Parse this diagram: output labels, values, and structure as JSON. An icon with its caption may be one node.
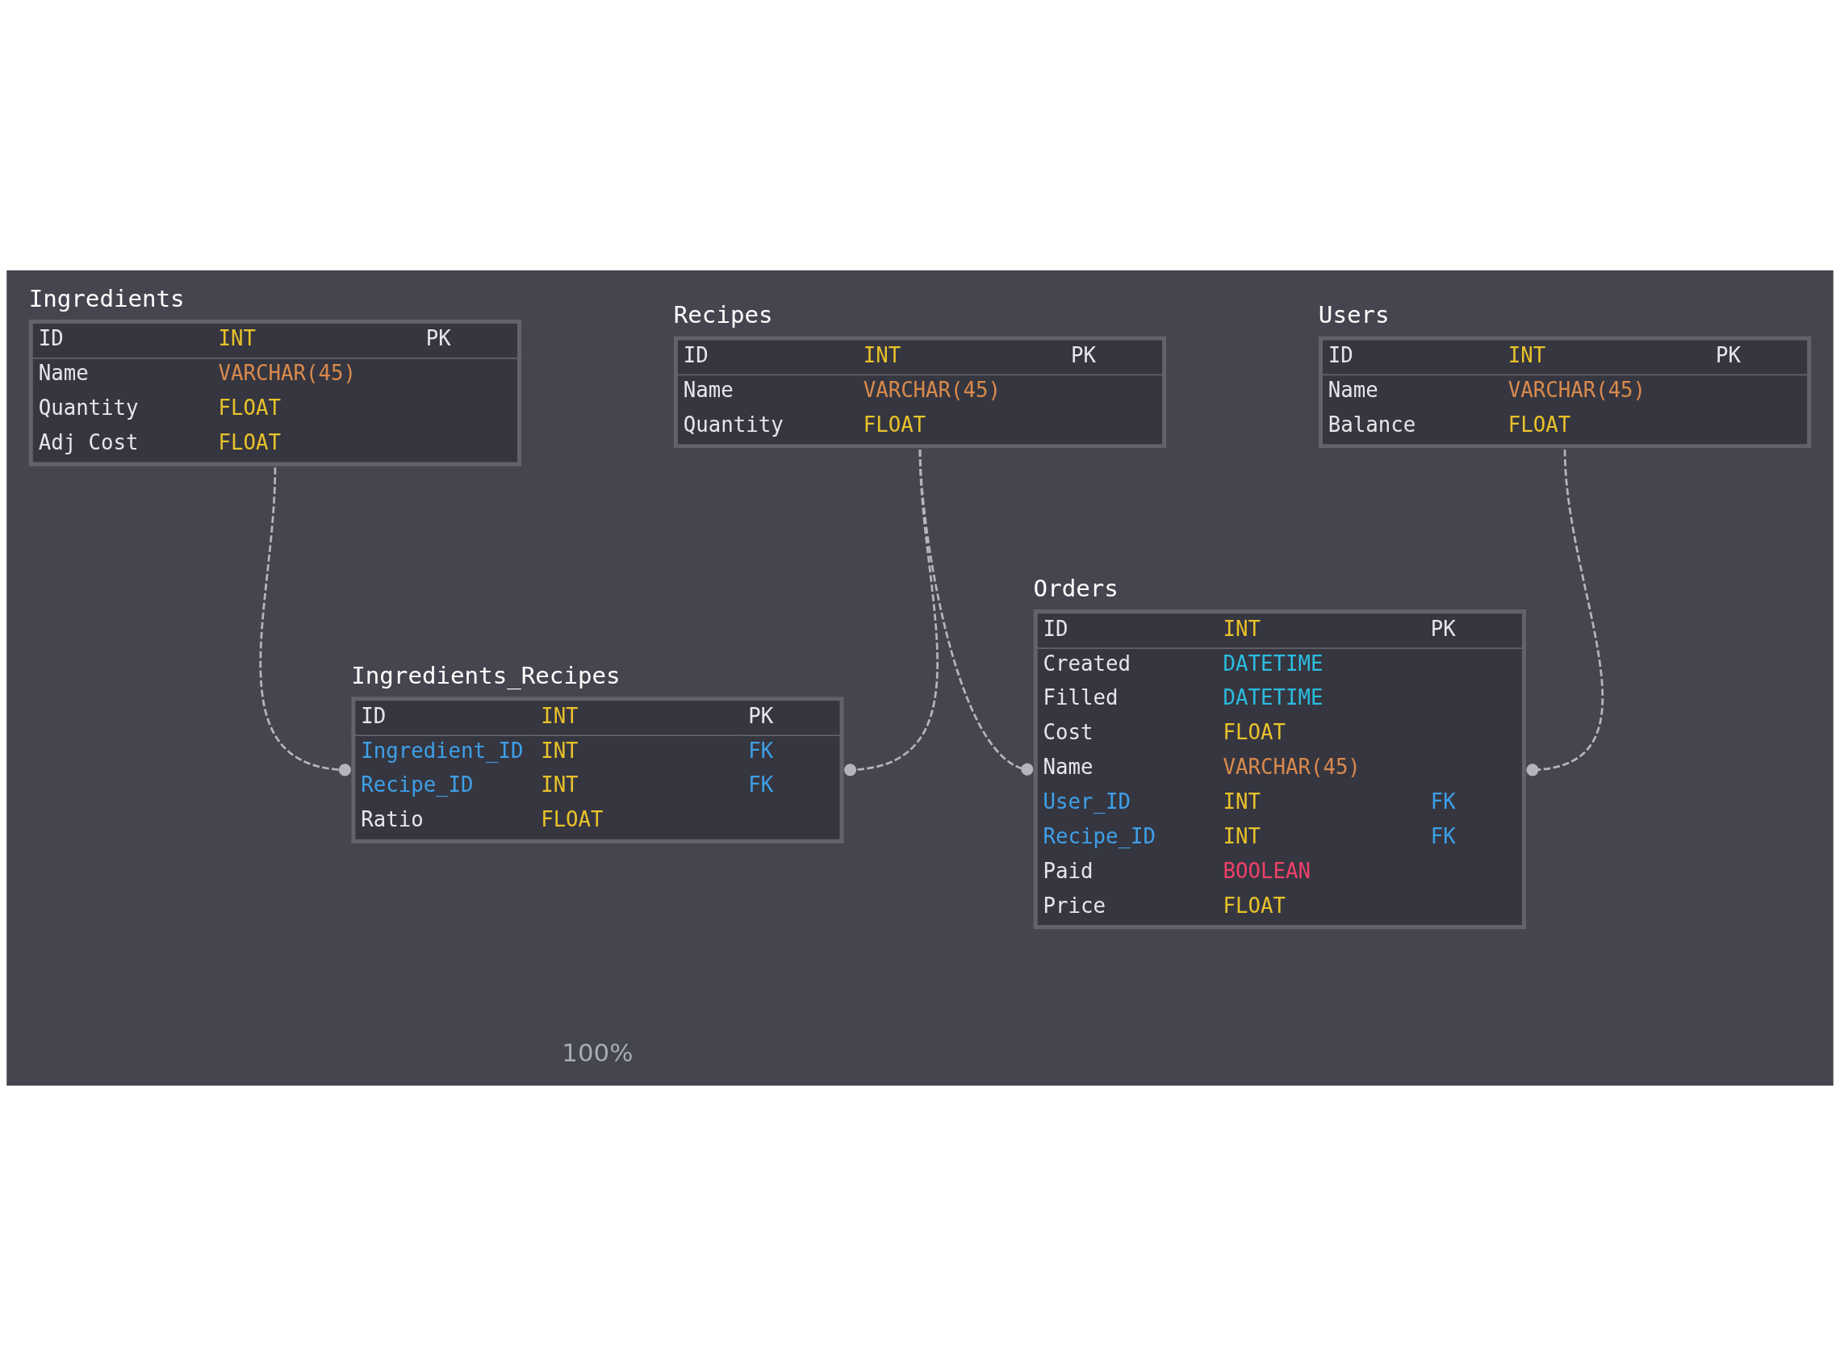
{
  "diagram": {
    "nodes": [
      {
        "text": [
          "Ingredients",
          "ID",
          "INT",
          "PK",
          "Name",
          "VARCHAR(45)",
          "Quantity",
          "FLOAT",
          "Adj Cost",
          "FLOAT"
        ]
      },
      {
        "text": [
          "Recipes",
          "ID",
          "INT",
          "PK",
          "Name",
          "VARCHAR(45)",
          "Quantity",
          "FLOAT"
        ]
      },
      {
        "text": [
          "Users",
          "ID",
          "INT",
          "PK",
          "Name",
          "VARCHAR(45)",
          "Balance",
          "FLOAT"
        ]
      },
      {
        "text": [
          "Orders",
          "ID",
          "INT",
          "PK",
          "Created",
          "DATETIME",
          "Filled",
          "DATETIME",
          "Cost",
          "FLOAT",
          "Name",
          "VARCHAR(45)",
          "User_ID",
          "INT",
          "FK",
          "Recipe_ID",
          "INT",
          "FK",
          "Paid",
          "BOOLEAN",
          "Price",
          "FLOAT"
        ]
      },
      {
        "text": [
          "Ingredients_Recipes",
          "ID",
          "INT",
          "PK",
          "Ingredient_ID",
          "INT",
          "FK",
          "Recipe_ID",
          "INT",
          "FK",
          "Ratio",
          "FLOAT"
        ]
      }
    ],
    "edges": [
      {
        "from": 0,
        "to": 4,
        "arrow": "other",
        "style": "dashed"
      },
      {
        "from": 1,
        "to": 4,
        "arrow": "other",
        "style": "dashed"
      },
      {
        "from": 1,
        "to": 3,
        "arrow": "other",
        "style": "dashed"
      },
      {
        "from": 2,
        "to": 3,
        "arrow": "other",
        "style": "dashed"
      }
    ],
    "labels": [
      "100%"
    ]
  }
}
